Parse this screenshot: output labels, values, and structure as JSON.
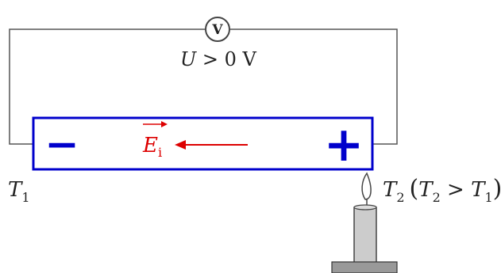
{
  "voltmeter": {
    "symbol": "V",
    "reading_var": "U",
    "reading_rest": " > 0 V"
  },
  "bar": {
    "minus_sign": "−",
    "plus_sign": "+",
    "field_symbol": "E",
    "field_subscript": "i"
  },
  "labels": {
    "t_left_var": "T",
    "t_left_sub": "1",
    "t_right_var": "T",
    "t_right_sub": "2",
    "cond_open": "(",
    "cond_var_a": "T",
    "cond_sub_a": "2",
    "cond_op": " > ",
    "cond_var_b": "T",
    "cond_sub_b": "1",
    "cond_close": ")"
  },
  "colors": {
    "wire": "#555555",
    "bar_outline": "#0000cc",
    "signs": "#0000cc",
    "field": "#dd0000",
    "candle_body": "#cccccc",
    "candle_base": "#999999"
  }
}
